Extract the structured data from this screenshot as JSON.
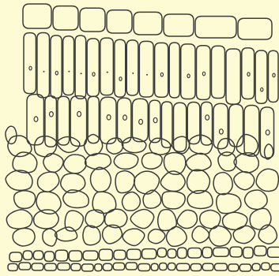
{
  "figure": {
    "subject": "leaf-cross-section",
    "palette": {
      "background": "#fdfbd3",
      "ink": "#3c3c3c"
    },
    "tissue_layers": [
      {
        "name": "upper-epidermis",
        "kind": "cell-row"
      },
      {
        "name": "palisade-layer-1",
        "kind": "elongated-cells"
      },
      {
        "name": "palisade-layer-2",
        "kind": "elongated-cells"
      },
      {
        "name": "spongy-mesophyll",
        "kind": "rounded-cells"
      },
      {
        "name": "lower-epidermis",
        "kind": "cell-row"
      }
    ]
  }
}
